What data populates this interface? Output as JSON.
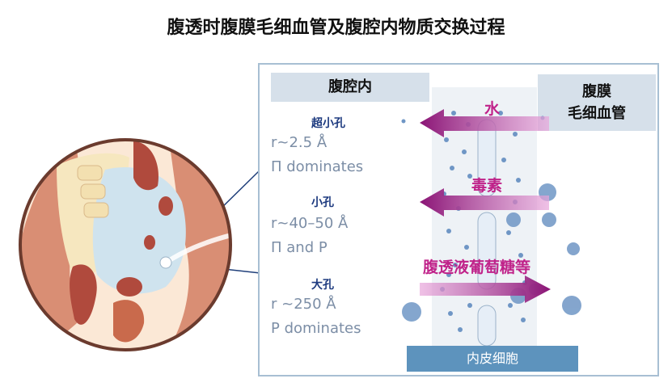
{
  "title": "腹透时腹膜毛细血管及腹腔内物质交换过程",
  "panel": {
    "left_header": "腹腔内",
    "right_header_line1": "腹膜",
    "right_header_line2": "毛细血管",
    "bottom_label": "内皮细胞"
  },
  "pores": [
    {
      "name": "超小孔",
      "line1": "r~2.5 Å",
      "line2": "Π dominates"
    },
    {
      "name": "小孔",
      "line1": "r~40–50 Å",
      "line2": "Π and P"
    },
    {
      "name": "大孔",
      "line1": "r ~250 Å",
      "line2": "P dominates"
    }
  ],
  "arrows": [
    {
      "label": "水",
      "direction": "left"
    },
    {
      "label": "毒素",
      "direction": "left"
    },
    {
      "label": "腹透液葡萄糖等",
      "direction": "right"
    }
  ],
  "colors": {
    "arrow": "#a3188a",
    "particle": "#6f96c5",
    "pore_title": "#1d3a7f",
    "pore_text": "#7c8ea6",
    "header_bg": "#d6e0ea",
    "bar_bg": "#5d93bd"
  }
}
